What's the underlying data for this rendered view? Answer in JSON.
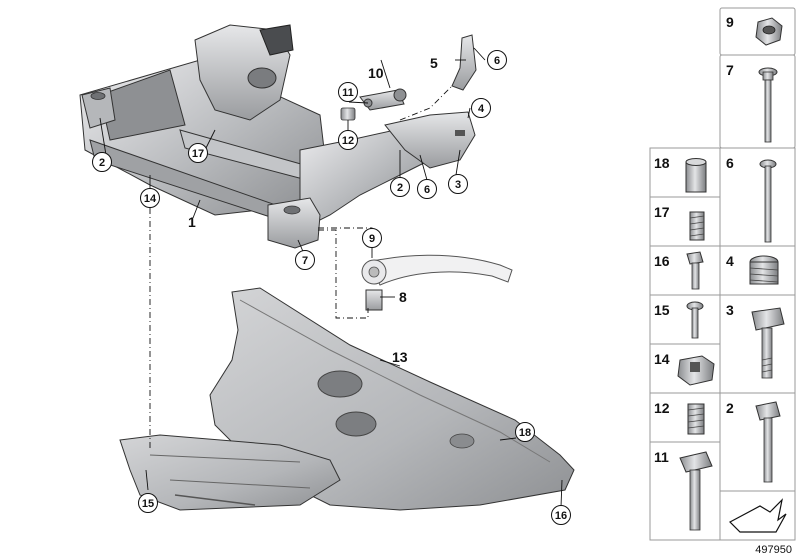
{
  "diagram": {
    "reference_number": "497950",
    "callouts": {
      "c2_left": "2",
      "c17": "17",
      "c14": "14",
      "c11": "11",
      "c12": "12",
      "c6_top": "6",
      "c4": "4",
      "c2_mid": "2",
      "c6_mid": "6",
      "c3": "3",
      "c7": "7",
      "c9": "9",
      "c18": "18",
      "c15": "15",
      "c16": "16"
    },
    "labels": {
      "l1": "1",
      "l10": "10",
      "l5": "5",
      "l8": "8",
      "l13": "13"
    },
    "parts_panel": {
      "top": [
        "9",
        "7"
      ],
      "left": [
        "18",
        "17",
        "16",
        "15",
        "14",
        "12",
        "11"
      ],
      "right": [
        "6",
        "4",
        "3",
        "2"
      ]
    }
  },
  "colors": {
    "metal_light": "#d9dadc",
    "metal_mid": "#a9abae",
    "metal_dark": "#6e7073",
    "outline": "#222222"
  }
}
